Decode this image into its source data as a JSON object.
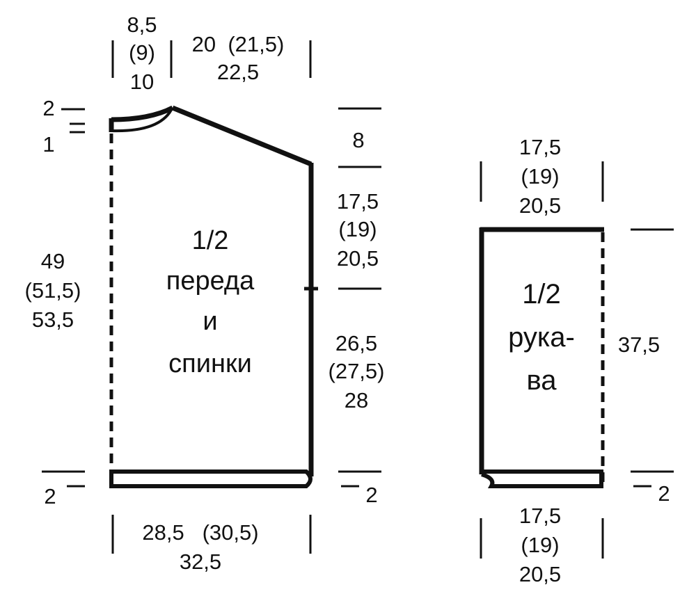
{
  "front": {
    "title": [
      "1/2",
      "переда",
      "и",
      "спинки"
    ],
    "neck_width": [
      "8,5",
      "(9)",
      "10"
    ],
    "shoulder_width": [
      "20  (21,5)",
      "22,5"
    ],
    "neck_depth_top": "2",
    "neck_depth_bottom": "1",
    "shoulder_slope": "8",
    "armhole": [
      "17,5",
      "(19)",
      "20,5"
    ],
    "side": [
      "26,5",
      "(27,5)",
      "28"
    ],
    "length": [
      "49",
      "(51,5)",
      "53,5"
    ],
    "hem_left": "2",
    "hem_right": "2",
    "bottom_width": [
      "28,5   (30,5)",
      "32,5"
    ]
  },
  "sleeve": {
    "title": [
      "1/2",
      "рука-",
      "ва"
    ],
    "top_width": [
      "17,5",
      "(19)",
      "20,5"
    ],
    "length": "37,5",
    "hem": "2",
    "bottom_width": [
      "17,5",
      "(19)",
      "20,5"
    ]
  }
}
